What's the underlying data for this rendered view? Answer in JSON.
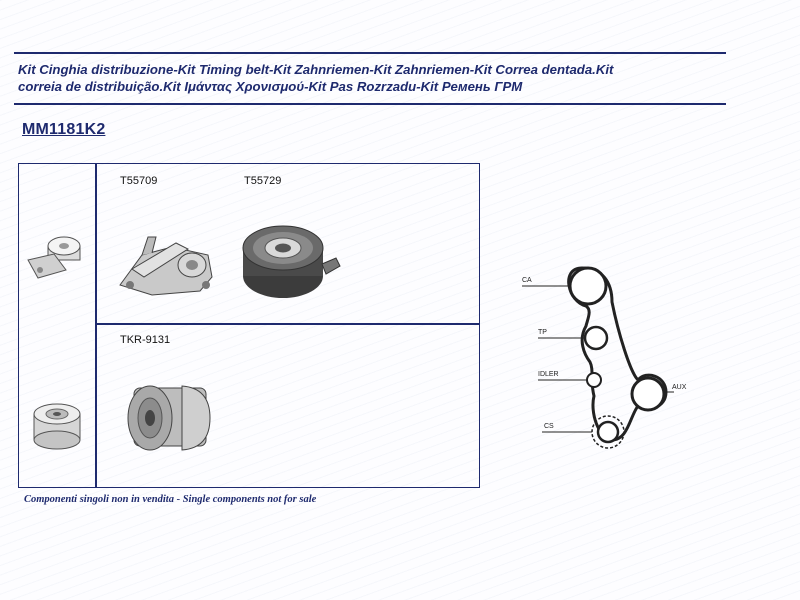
{
  "header": {
    "title_line1": "Kit Cinghia distribuzione-Kit Timing belt-Kit Zahnriemen-Kit Zahnriemen-Kit Correa dentada.Kit",
    "title_line2": "correia de distribuição.Kit Ιμάντας Χρονισμού-Kit Pas Rozrzadu-Kit Ремень ГРМ"
  },
  "kit_code": "MM1181K2",
  "parts": [
    {
      "code": "T55709",
      "icon": "belt-tensioner-icon"
    },
    {
      "code": "T55729",
      "icon": "tensioner-pulley-icon"
    },
    {
      "code": "TKR-9131",
      "icon": "idler-pulley-icon"
    }
  ],
  "diagram": {
    "labels": {
      "ca": "CA",
      "tp": "TP",
      "idler": "IDLER",
      "aux": "AUX",
      "cs": "CS"
    }
  },
  "footer_note": "Componenti singoli non in vendita - Single components not for sale",
  "colors": {
    "accent": "#1e2a6e"
  }
}
